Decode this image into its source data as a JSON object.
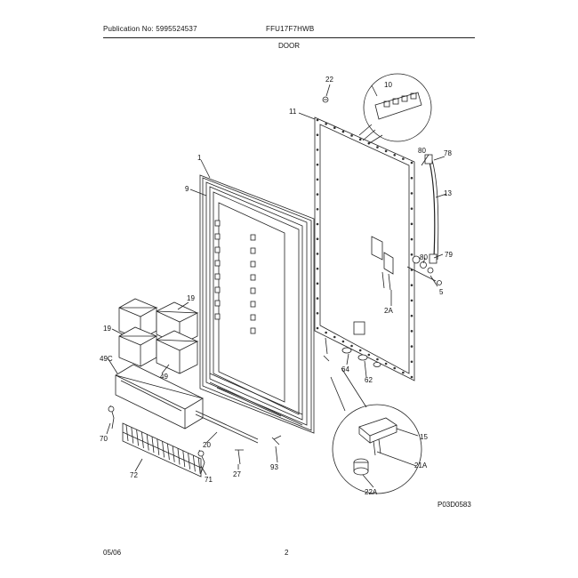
{
  "header": {
    "publication": "Publication No: 5995524537",
    "model": "FFU17F7HWB",
    "section": "DOOR"
  },
  "footer": {
    "date": "05/06",
    "page": "2"
  },
  "figure_id": "P03D0583",
  "callouts": {
    "c22": "22",
    "c11": "11",
    "c10": "10",
    "c80a": "80",
    "c78": "78",
    "c13": "13",
    "c1": "1",
    "c9": "9",
    "c79": "79",
    "c80b": "80",
    "c5": "5",
    "c2a": "2A",
    "c19a": "19",
    "c19b": "19",
    "c49": "49",
    "c49c": "49C",
    "c64": "64",
    "c62": "62",
    "c70": "70",
    "c20": "20",
    "c93": "93",
    "c72": "72",
    "c71": "71",
    "c27": "27",
    "c15": "15",
    "c21a": "21A",
    "c22a": "22A"
  }
}
